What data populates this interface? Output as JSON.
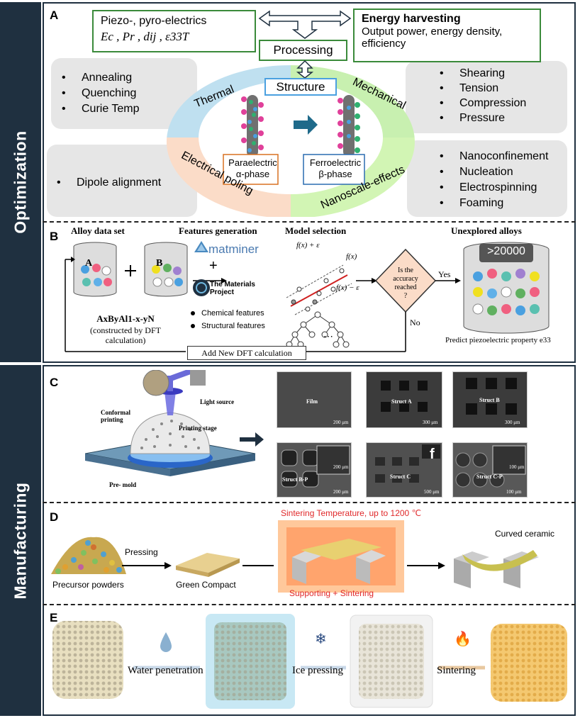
{
  "sidebar": {
    "optimization": "Optimization",
    "manufacturing": "Manufacturing"
  },
  "panelA": {
    "letter": "A",
    "piezo_title": "Piezo-, pyro-electrics",
    "piezo_formula": "Ec , Pr , dij , ε33T",
    "energy_title": "Energy harvesting",
    "energy_desc_1": "Output power, energy density,",
    "energy_desc_2": "efficiency",
    "processing": "Processing",
    "structure": "Structure",
    "thermal": "Thermal",
    "mechanical": "Mechanical",
    "electrical": "Electrical poling",
    "nanoscale": "Nanoscale-effects",
    "thermal_items": [
      "Annealing",
      "Quenching",
      "Curie Temp"
    ],
    "mechanical_items": [
      "Shearing",
      "Tension",
      "Compression",
      "Pressure"
    ],
    "electrical_items": [
      "Dipole alignment"
    ],
    "nano_items": [
      "Nanoconfinement",
      "Nucleation",
      "Electrospinning",
      "Foaming"
    ],
    "paraelectric_1": "Paraelectric",
    "paraelectric_2": "α-phase",
    "ferroelectric_1": "Ferroelectric",
    "ferroelectric_2": "β-phase"
  },
  "panelB": {
    "letter": "B",
    "alloy_data_set": "Alloy data set",
    "features_generation": "Features generation",
    "model_selection": "Model selection",
    "unexplored_alloys": "Unexplored alloys",
    "cyl_a": "A",
    "cyl_b": "B",
    "formula": "AxByAl1-x-yN",
    "constructed_1": "(constructed by DFT",
    "constructed_2": "calculation)",
    "matminer": "matminer",
    "materials_project_1": "The Materials",
    "materials_project_2": "Project",
    "chemical": "Chemical features",
    "structural": "Structural features",
    "fx_plus": "f(x) + ε",
    "fx": "f(x)",
    "fx_minus": "f(x) − ε",
    "dots": "⋯",
    "diamond_1": "Is the",
    "diamond_2": "accuracy",
    "diamond_3": "reached",
    "diamond_4": "?",
    "yes": "Yes",
    "no": "No",
    "count": ">20000",
    "predict": "Predict piezoelectric property e33",
    "add_dft": "Add New DFT calculation"
  },
  "panelC": {
    "letter": "C",
    "light_source": "Light source",
    "conformal_1": "Conformal",
    "conformal_2": "printing",
    "printing_stage": "Printing stage",
    "pre_mold": "Pre- mold",
    "sem": [
      {
        "label": "Film",
        "scale": "200 μm"
      },
      {
        "label": "Struct A",
        "scale": "300 μm"
      },
      {
        "label": "Struct B",
        "scale": "300 μm"
      },
      {
        "label": "Struct B-P",
        "scale": "200 μm"
      },
      {
        "label": "Struct C",
        "scale": "500 μm"
      },
      {
        "label": "Struct C-P",
        "scale": "100 μm"
      }
    ],
    "inset_scale_1": "200 μm",
    "inset_scale_2": "100 μm",
    "f_label": "f"
  },
  "panelD": {
    "letter": "D",
    "pressing": "Pressing",
    "precursor": "Precursor powders",
    "green": "Green Compact",
    "sintering_temp": "Sintering Temperature, up to 1200 ℃",
    "supporting": "Supporting + Sintering",
    "curved": "Curved ceramic"
  },
  "panelE": {
    "letter": "E",
    "water": "Water penetration",
    "ice": "Ice pressing",
    "sintering": "Sintering"
  },
  "colors": {
    "navy": "#1f3040",
    "green_border": "#3a8a3a",
    "blue_arrow": "#1f6a8a",
    "red_text": "#e0282a"
  }
}
